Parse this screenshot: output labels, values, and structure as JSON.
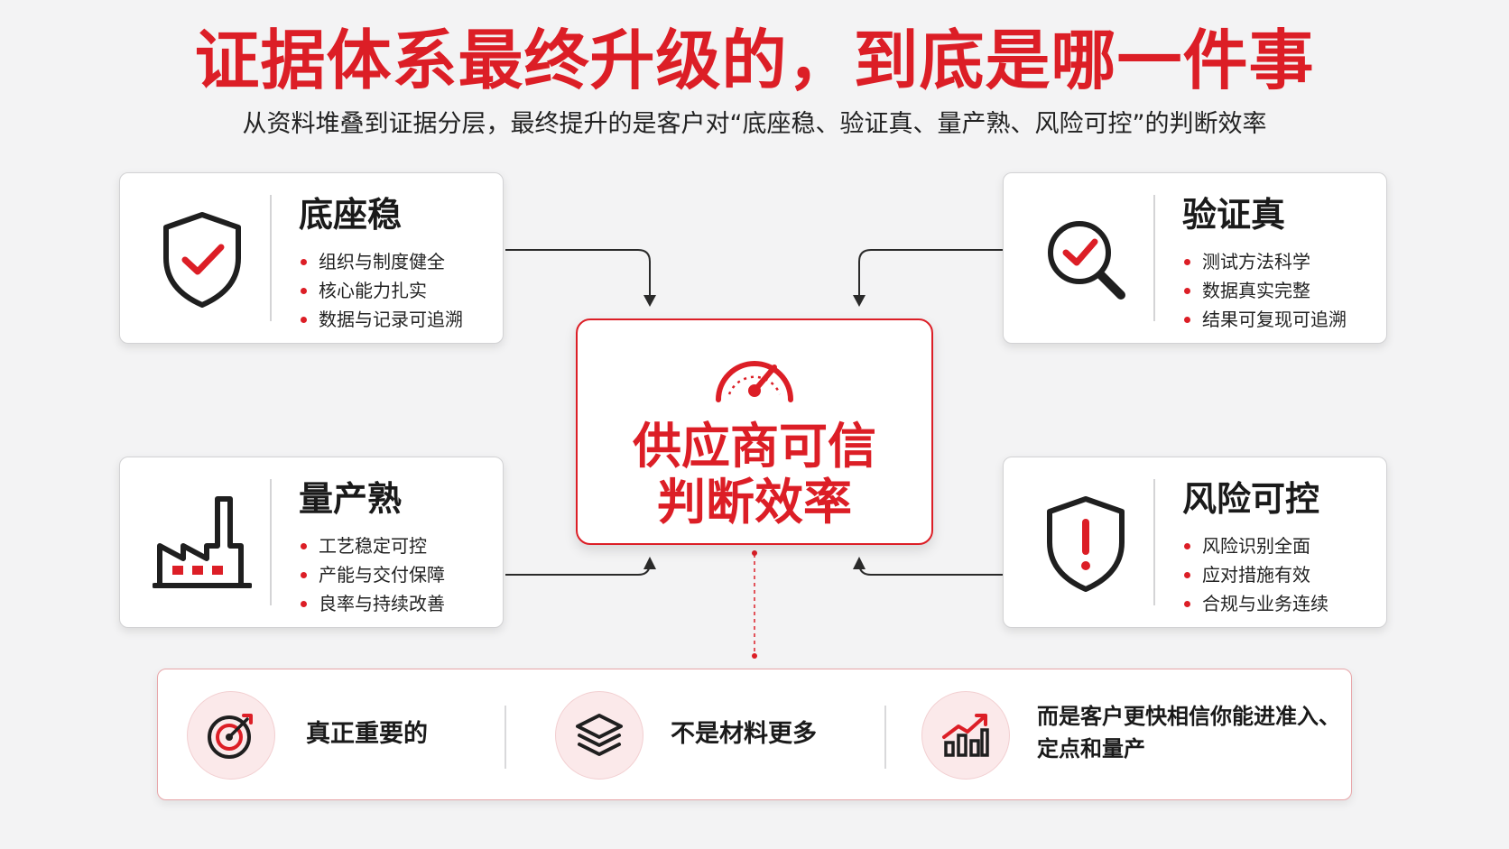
{
  "title": "证据体系最终升级的，到底是哪一件事",
  "subtitle": "从资料堆叠到证据分层，最终提升的是客户对“底座稳、验证真、量产熟、风险可控”的判断效率",
  "accent_color": "#dc1e26",
  "cards": {
    "top_left": {
      "title": "底座稳",
      "icon": "shield-check-icon",
      "items": [
        "组织与制度健全",
        "核心能力扎实",
        "数据与记录可追溯"
      ]
    },
    "top_right": {
      "title": "验证真",
      "icon": "magnifier-check-icon",
      "items": [
        "测试方法科学",
        "数据真实完整",
        "结果可复现可追溯"
      ]
    },
    "bottom_left": {
      "title": "量产熟",
      "icon": "factory-icon",
      "items": [
        "工艺稳定可控",
        "产能与交付保障",
        "良率与持续改善"
      ]
    },
    "bottom_right": {
      "title": "风险可控",
      "icon": "shield-alert-icon",
      "items": [
        "风险识别全面",
        "应对措施有效",
        "合规与业务连续"
      ]
    }
  },
  "center": {
    "icon": "gauge-icon",
    "line1": "供应商可信",
    "line2": "判断效率"
  },
  "bottom": [
    {
      "icon": "target-icon",
      "text": "真正重要的"
    },
    {
      "icon": "layers-icon",
      "text": "不是材料更多"
    },
    {
      "icon": "growth-chart-icon",
      "line1": "而是客户更快相信你能进准入、",
      "line2": "定点和量产"
    }
  ]
}
